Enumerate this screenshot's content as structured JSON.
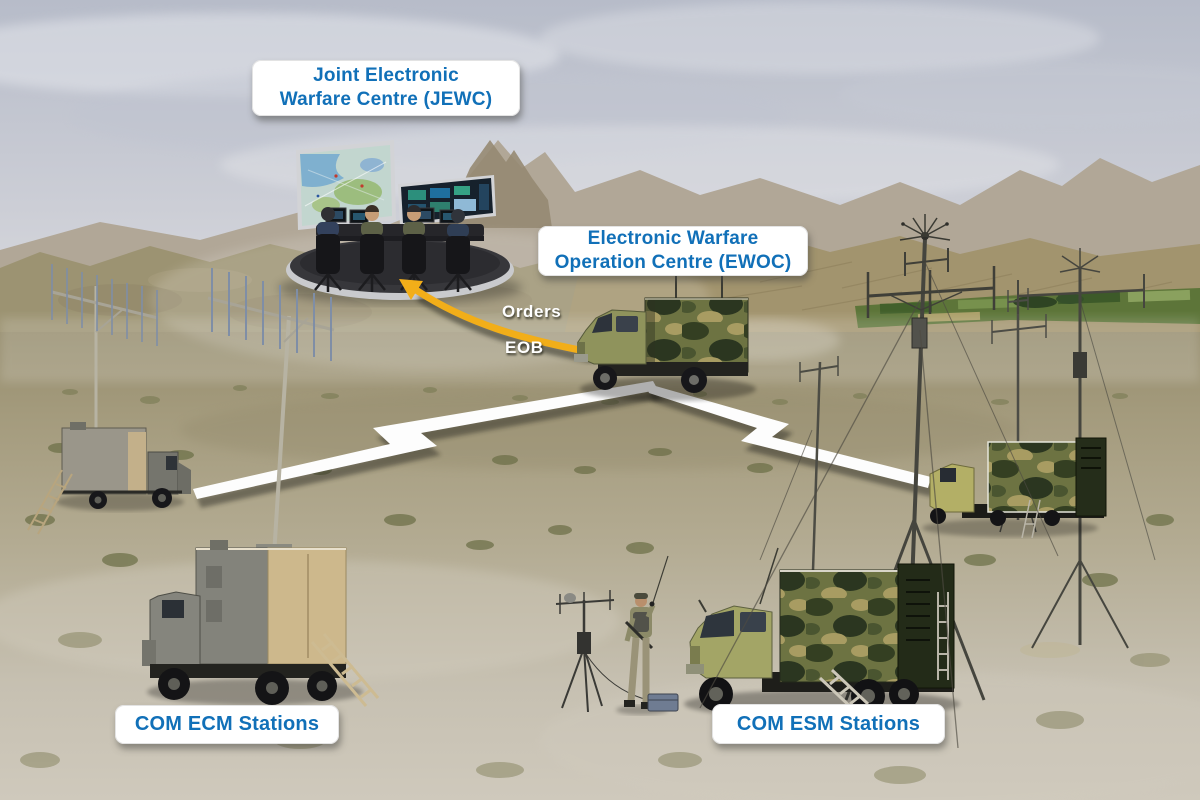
{
  "labels": {
    "jewc": "Joint Electronic\nWarfare Centre (JEWC)",
    "ewoc": "Electronic Warfare\nOperation Centre (EWOC)",
    "orders": "Orders",
    "eob": "EOB",
    "com_ecm": "COM ECM Stations",
    "com_esm": "COM ESM Stations"
  },
  "colors": {
    "label-text": "#1170b8",
    "label-bg": "#ffffff",
    "arrow-yellow": "#f2ae19",
    "bolt-white": "#fdfdfd",
    "flow-text": "#ffffff"
  },
  "connections": [
    {
      "from": "Joint Electronic Warfare Centre (JEWC)",
      "to": "Electronic Warfare Operation Centre (EWOC)",
      "type": "double-headed-arrow",
      "labels": [
        "Orders",
        "EOB"
      ]
    },
    {
      "from": "COM ECM Stations",
      "to": "Electronic Warfare Operation Centre (EWOC)",
      "type": "lightning-link"
    },
    {
      "from": "Electronic Warfare Operation Centre (EWOC)",
      "to": "COM ESM Stations",
      "type": "lightning-link"
    }
  ]
}
